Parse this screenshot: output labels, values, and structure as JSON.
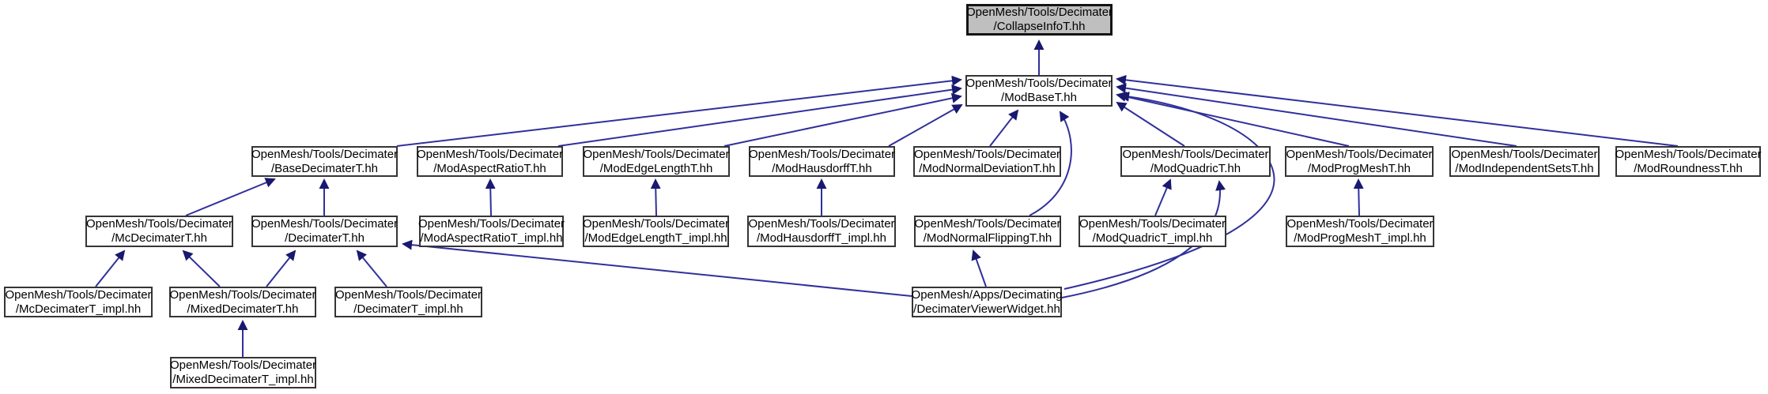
{
  "diagram": {
    "type": "include-dependency-graph",
    "root_file": "OpenMesh/Tools/Decimater/CollapseInfoT.hh",
    "background_color": "#ffffff",
    "edge_color": "#191970",
    "node_fill": "#ffffff",
    "highlight_fill": "#bfbfbf",
    "node_border_color": "#353535"
  },
  "nodes": [
    {
      "id": "collapseinfot",
      "line1": "OpenMesh/Tools/Decimater",
      "line2": "/CollapseInfoT.hh",
      "highlighted": true
    },
    {
      "id": "modbaset",
      "line1": "OpenMesh/Tools/Decimater",
      "line2": "/ModBaseT.hh",
      "highlighted": false
    },
    {
      "id": "basedecimatert",
      "line1": "OpenMesh/Tools/Decimater",
      "line2": "/BaseDecimaterT.hh",
      "highlighted": false
    },
    {
      "id": "modaspectratiot",
      "line1": "OpenMesh/Tools/Decimater",
      "line2": "/ModAspectRatioT.hh",
      "highlighted": false
    },
    {
      "id": "modedgelengtht",
      "line1": "OpenMesh/Tools/Decimater",
      "line2": "/ModEdgeLengthT.hh",
      "highlighted": false
    },
    {
      "id": "modhausdorfft",
      "line1": "OpenMesh/Tools/Decimater",
      "line2": "/ModHausdorffT.hh",
      "highlighted": false
    },
    {
      "id": "modnormaldeviationt",
      "line1": "OpenMesh/Tools/Decimater",
      "line2": "/ModNormalDeviationT.hh",
      "highlighted": false
    },
    {
      "id": "modquadrict",
      "line1": "OpenMesh/Tools/Decimater",
      "line2": "/ModQuadricT.hh",
      "highlighted": false
    },
    {
      "id": "modprogmesht",
      "line1": "OpenMesh/Tools/Decimater",
      "line2": "/ModProgMeshT.hh",
      "highlighted": false
    },
    {
      "id": "modindependentsetst",
      "line1": "OpenMesh/Tools/Decimater",
      "line2": "/ModIndependentSetsT.hh",
      "highlighted": false
    },
    {
      "id": "modroundnesst",
      "line1": "OpenMesh/Tools/Decimater",
      "line2": "/ModRoundnessT.hh",
      "highlighted": false
    },
    {
      "id": "mcdecimatert",
      "line1": "OpenMesh/Tools/Decimater",
      "line2": "/McDecimaterT.hh",
      "highlighted": false
    },
    {
      "id": "decimatert",
      "line1": "OpenMesh/Tools/Decimater",
      "line2": "/DecimaterT.hh",
      "highlighted": false
    },
    {
      "id": "modaspectratiot_impl",
      "line1": "OpenMesh/Tools/Decimater",
      "line2": "/ModAspectRatioT_impl.hh",
      "highlighted": false
    },
    {
      "id": "modedgelengtht_impl",
      "line1": "OpenMesh/Tools/Decimater",
      "line2": "/ModEdgeLengthT_impl.hh",
      "highlighted": false
    },
    {
      "id": "modhausdorfft_impl",
      "line1": "OpenMesh/Tools/Decimater",
      "line2": "/ModHausdorffT_impl.hh",
      "highlighted": false
    },
    {
      "id": "modnormalflippingt",
      "line1": "OpenMesh/Tools/Decimater",
      "line2": "/ModNormalFlippingT.hh",
      "highlighted": false
    },
    {
      "id": "modquadrict_impl",
      "line1": "OpenMesh/Tools/Decimater",
      "line2": "/ModQuadricT_impl.hh",
      "highlighted": false
    },
    {
      "id": "modprogmesht_impl",
      "line1": "OpenMesh/Tools/Decimater",
      "line2": "/ModProgMeshT_impl.hh",
      "highlighted": false
    },
    {
      "id": "mcdecimatert_impl",
      "line1": "OpenMesh/Tools/Decimater",
      "line2": "/McDecimaterT_impl.hh",
      "highlighted": false
    },
    {
      "id": "mixeddecimatert",
      "line1": "OpenMesh/Tools/Decimater",
      "line2": "/MixedDecimaterT.hh",
      "highlighted": false
    },
    {
      "id": "decimatert_impl",
      "line1": "OpenMesh/Tools/Decimater",
      "line2": "/DecimaterT_impl.hh",
      "highlighted": false
    },
    {
      "id": "decimaterviewerwidget",
      "line1": "OpenMesh/Apps/Decimating",
      "line2": "/DecimaterViewerWidget.hh",
      "highlighted": false
    },
    {
      "id": "mixeddecimatert_impl",
      "line1": "OpenMesh/Tools/Decimater",
      "line2": "/MixedDecimaterT_impl.hh",
      "highlighted": false
    }
  ],
  "edges": [
    {
      "from": "modbaset",
      "to": "collapseinfot"
    },
    {
      "from": "basedecimatert",
      "to": "modbaset"
    },
    {
      "from": "modaspectratiot",
      "to": "modbaset"
    },
    {
      "from": "modedgelengtht",
      "to": "modbaset"
    },
    {
      "from": "modhausdorfft",
      "to": "modbaset"
    },
    {
      "from": "modnormaldeviationt",
      "to": "modbaset"
    },
    {
      "from": "modquadrict",
      "to": "modbaset"
    },
    {
      "from": "modprogmesht",
      "to": "modbaset"
    },
    {
      "from": "modindependentsetst",
      "to": "modbaset"
    },
    {
      "from": "modroundnesst",
      "to": "modbaset"
    },
    {
      "from": "modnormalflippingt",
      "to": "modbaset"
    },
    {
      "from": "decimaterviewerwidget",
      "to": "modbaset"
    },
    {
      "from": "mcdecimatert",
      "to": "basedecimatert"
    },
    {
      "from": "decimatert",
      "to": "basedecimatert"
    },
    {
      "from": "modaspectratiot_impl",
      "to": "modaspectratiot"
    },
    {
      "from": "modedgelengtht_impl",
      "to": "modedgelengtht"
    },
    {
      "from": "modhausdorfft_impl",
      "to": "modhausdorfft"
    },
    {
      "from": "modquadrict_impl",
      "to": "modquadrict"
    },
    {
      "from": "decimaterviewerwidget",
      "to": "modquadrict"
    },
    {
      "from": "modprogmesht_impl",
      "to": "modprogmesht"
    },
    {
      "from": "mcdecimatert_impl",
      "to": "mcdecimatert"
    },
    {
      "from": "mixeddecimatert",
      "to": "mcdecimatert"
    },
    {
      "from": "mixeddecimatert",
      "to": "decimatert"
    },
    {
      "from": "decimatert_impl",
      "to": "decimatert"
    },
    {
      "from": "decimaterviewerwidget",
      "to": "decimatert"
    },
    {
      "from": "decimaterviewerwidget",
      "to": "modnormalflippingt"
    },
    {
      "from": "mixeddecimatert_impl",
      "to": "mixeddecimatert"
    }
  ]
}
